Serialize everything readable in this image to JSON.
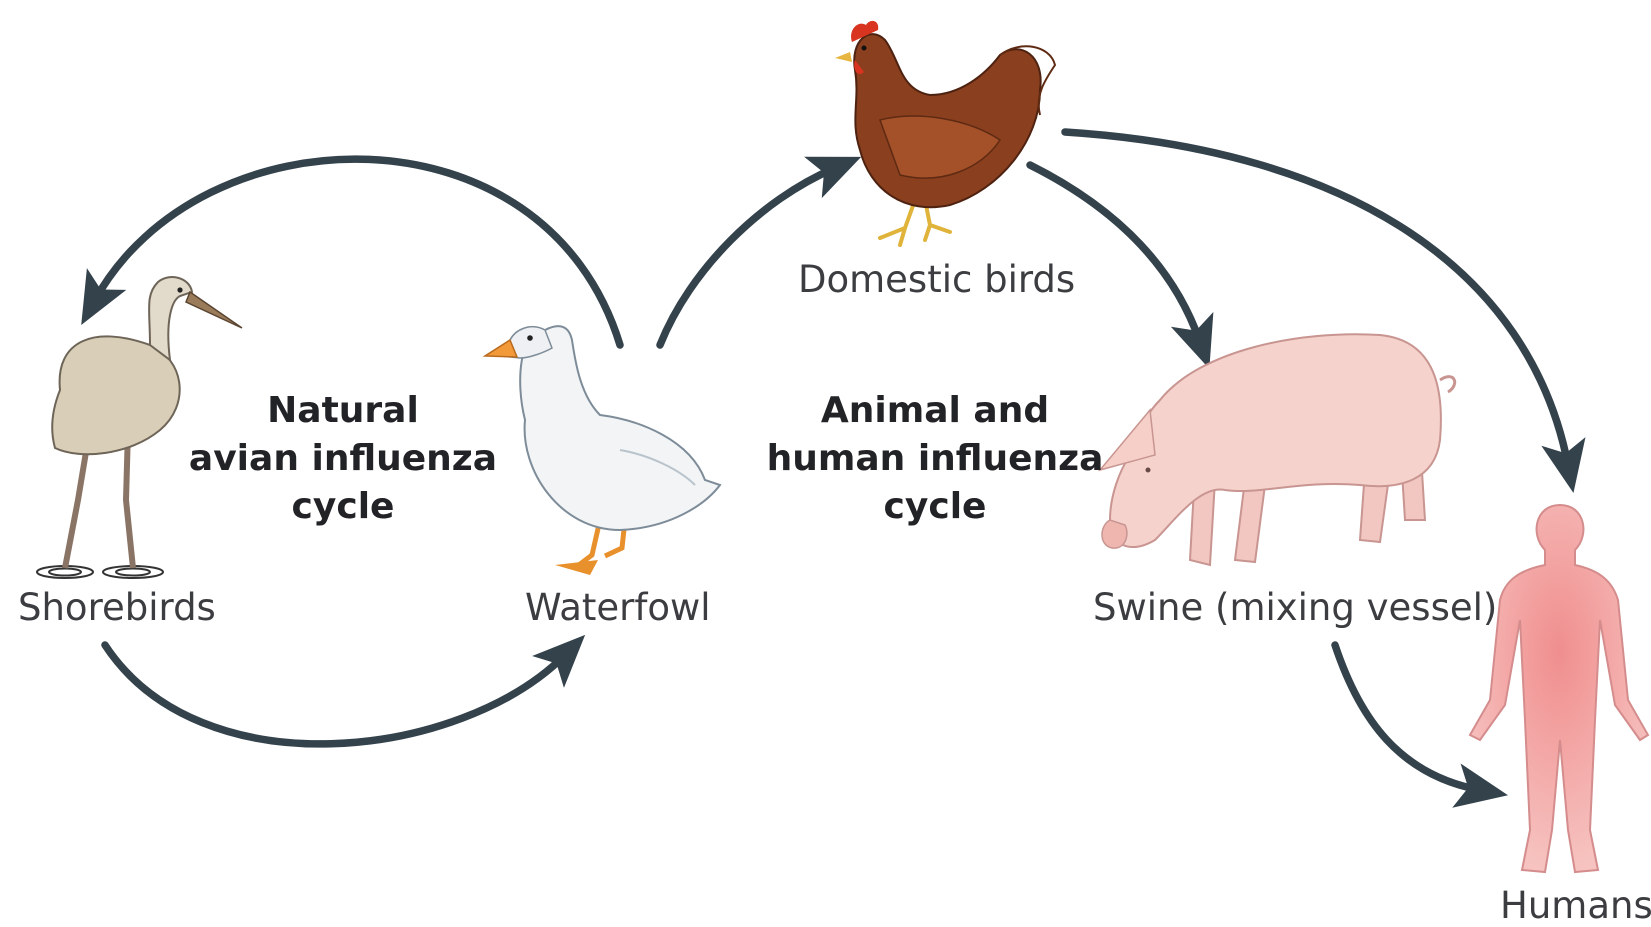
{
  "diagram": {
    "nodes": {
      "shorebirds": "Shorebirds",
      "waterfowl": "Waterfowl",
      "domestic_birds": "Domestic birds",
      "swine": "Swine (mixing vessel)",
      "humans": "Humans"
    },
    "cycles": {
      "natural": [
        "Natural",
        "avian influenza",
        "cycle"
      ],
      "animal_human": [
        "Animal and",
        "human influenza",
        "cycle"
      ]
    },
    "colors": {
      "arrow": "#34424c",
      "text": "#3b3d40"
    }
  }
}
